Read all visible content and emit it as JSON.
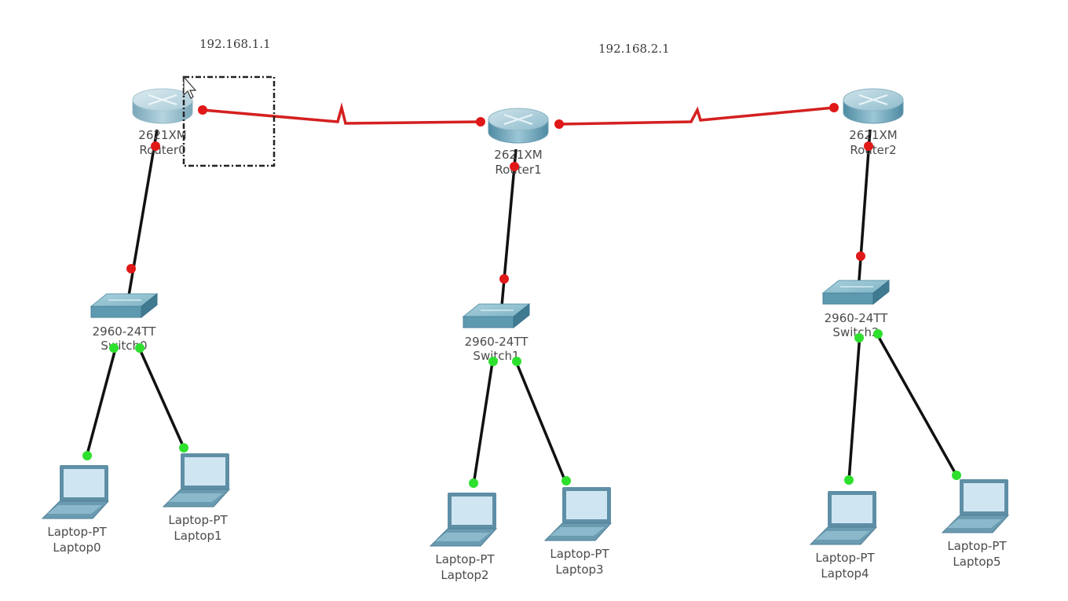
{
  "diagram": {
    "title": "Packet Tracer topology",
    "ip_labels": [
      {
        "id": "ip-router0",
        "text": "192.168.1.1"
      },
      {
        "id": "ip-router1",
        "text": "192.168.2.1"
      }
    ],
    "routers": [
      {
        "id": "Router0",
        "model": "2621XM",
        "name": "Router0",
        "selected": true
      },
      {
        "id": "Router1",
        "model": "2621XM",
        "name": "Router1",
        "selected": false
      },
      {
        "id": "Router2",
        "model": "2621XM",
        "name": "Router2",
        "selected": false
      }
    ],
    "switches": [
      {
        "id": "Switch0",
        "model": "2960-24TT",
        "name": "Switch0"
      },
      {
        "id": "Switch1",
        "model": "2960-24TT",
        "name": "Switch1"
      },
      {
        "id": "Switch2",
        "model": "2960-24TT",
        "name": "Switch2"
      }
    ],
    "laptops": [
      {
        "id": "Laptop0",
        "model": "Laptop-PT",
        "name": "Laptop0"
      },
      {
        "id": "Laptop1",
        "model": "Laptop-PT",
        "name": "Laptop1"
      },
      {
        "id": "Laptop2",
        "model": "Laptop-PT",
        "name": "Laptop2"
      },
      {
        "id": "Laptop3",
        "model": "Laptop-PT",
        "name": "Laptop3"
      },
      {
        "id": "Laptop4",
        "model": "Laptop-PT",
        "name": "Laptop4"
      },
      {
        "id": "Laptop5",
        "model": "Laptop-PT",
        "name": "Laptop5"
      }
    ],
    "links": [
      {
        "from": "Router0",
        "to": "Router1",
        "type": "serial",
        "status": "down"
      },
      {
        "from": "Router1",
        "to": "Router2",
        "type": "serial",
        "status": "down"
      },
      {
        "from": "Router0",
        "to": "Switch0",
        "type": "straight",
        "status": "down"
      },
      {
        "from": "Router1",
        "to": "Switch1",
        "type": "straight",
        "status": "down"
      },
      {
        "from": "Router2",
        "to": "Switch2",
        "type": "straight",
        "status": "down"
      },
      {
        "from": "Switch0",
        "to": "Laptop0",
        "type": "straight",
        "status": "up"
      },
      {
        "from": "Switch0",
        "to": "Laptop1",
        "type": "straight",
        "status": "up"
      },
      {
        "from": "Switch1",
        "to": "Laptop2",
        "type": "straight",
        "status": "up"
      },
      {
        "from": "Switch1",
        "to": "Laptop3",
        "type": "straight",
        "status": "up"
      },
      {
        "from": "Switch2",
        "to": "Laptop4",
        "type": "straight",
        "status": "up"
      },
      {
        "from": "Switch2",
        "to": "Laptop5",
        "type": "straight",
        "status": "up"
      }
    ],
    "colors": {
      "serial_link": "#d42020",
      "copper_link": "#111111",
      "link_down": "#e01818",
      "link_up": "#2ee02e",
      "router_body": "#7fb2c8",
      "switch_body": "#6fa7bb",
      "laptop_body": "#5f8fa6",
      "laptop_screen": "#cfe6f2"
    }
  }
}
